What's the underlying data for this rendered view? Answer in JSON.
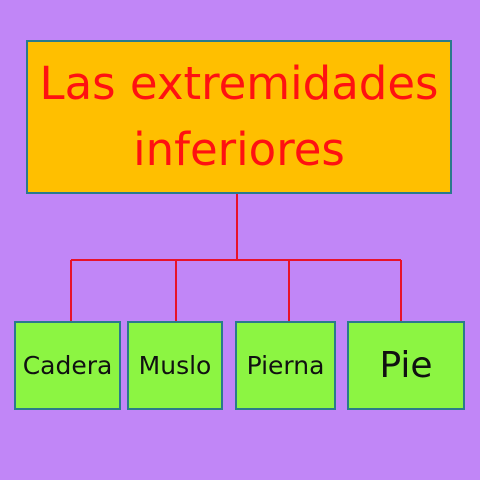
{
  "title": {
    "line1": "Las extremidades",
    "line2": "inferiores"
  },
  "children": [
    {
      "id": "cadera",
      "label": "Cadera"
    },
    {
      "id": "muslo",
      "label": "Muslo"
    },
    {
      "id": "pierna",
      "label": "Pierna"
    },
    {
      "id": "pie",
      "label": "Pie"
    }
  ],
  "colors": {
    "background": "#c186f7",
    "title_fill": "#ffbf00",
    "title_text": "#ff1111",
    "node_fill": "#8cf542",
    "node_border": "#2a7a8c",
    "connector": "#e8122a"
  }
}
